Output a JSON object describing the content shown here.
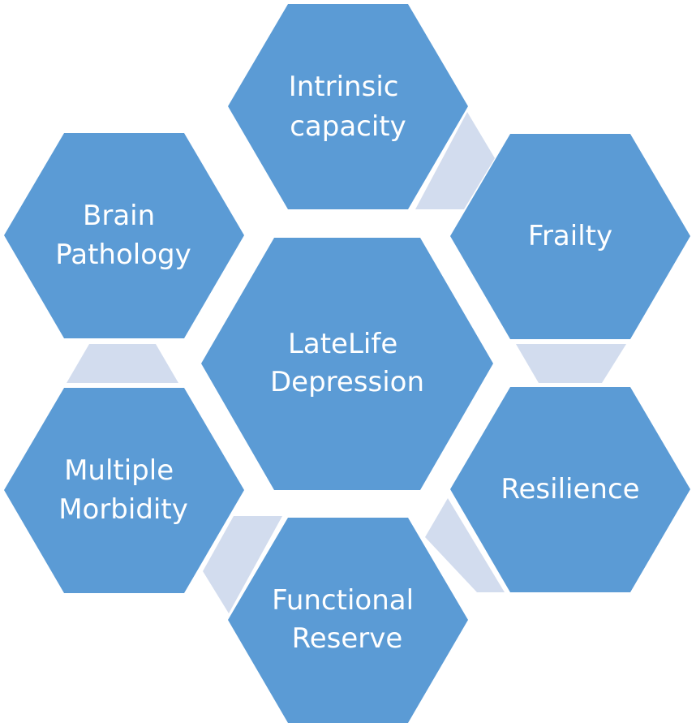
{
  "colors": {
    "hex_fill": "#5b9bd5",
    "connector_fill": "#d2dcee",
    "text": "#ffffff"
  },
  "hexagons": {
    "center": {
      "lines": [
        "LateLife",
        "Depression"
      ]
    },
    "intrinsic_capacity": {
      "lines": [
        "Intrinsic",
        "capacity"
      ]
    },
    "frailty": {
      "lines": [
        "Frailty"
      ]
    },
    "resilience": {
      "lines": [
        "Resilience"
      ]
    },
    "functional_reserve": {
      "lines": [
        "Functional",
        "Reserve"
      ]
    },
    "multiple_morbidity": {
      "lines": [
        "Multiple",
        "Morbidity"
      ]
    },
    "brain_pathology": {
      "lines": [
        "Brain",
        "Pathology"
      ]
    }
  }
}
